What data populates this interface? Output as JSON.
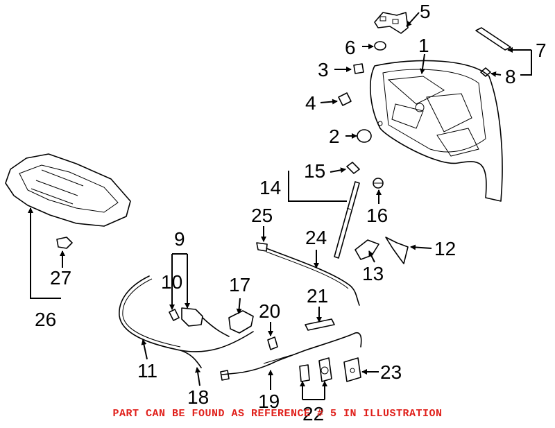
{
  "callouts": {
    "c1": "1",
    "c2": "2",
    "c3": "3",
    "c4": "4",
    "c5": "5",
    "c6": "6",
    "c7": "7",
    "c8": "8",
    "c9": "9",
    "c10": "10",
    "c11": "11",
    "c12": "12",
    "c13": "13",
    "c14": "14",
    "c15": "15",
    "c16": "16",
    "c17": "17",
    "c18": "18",
    "c19": "19",
    "c20": "20",
    "c21": "21",
    "c22": "22",
    "c23": "23",
    "c24": "24",
    "c25": "25",
    "c26": "26",
    "c27": "27"
  },
  "note": "PART CAN BE FOUND AS REFERENCE # 5 IN ILLUSTRATION",
  "colors": {
    "note": "#e0201b",
    "line": "#000000",
    "background": "#ffffff"
  }
}
